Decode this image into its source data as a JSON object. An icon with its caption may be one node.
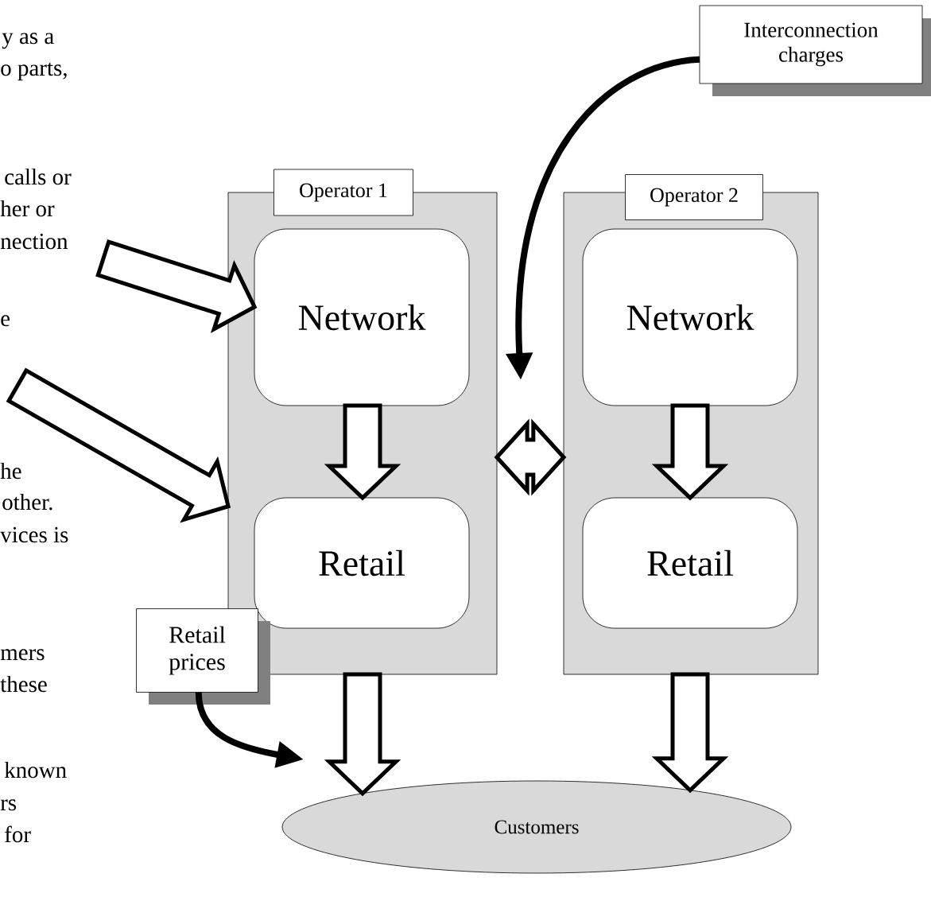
{
  "diagram": {
    "nodes": [
      {
        "text": [
          "Operator 1"
        ]
      },
      {
        "text": [
          "Network"
        ],
        "in": 0
      },
      {
        "text": [
          "Retail"
        ],
        "in": 0
      },
      {
        "text": [
          "Operator 2"
        ]
      },
      {
        "text": [
          "Network"
        ],
        "in": 3
      },
      {
        "text": [
          "Retail"
        ],
        "in": 3
      },
      {
        "text": [
          "Customers"
        ]
      },
      {
        "text": [
          "Interconnection charges"
        ]
      },
      {
        "text": [
          "Retail prices"
        ]
      }
    ],
    "edges": [
      {
        "from": null,
        "to": 1,
        "arrow": "to"
      },
      {
        "from": null,
        "to": 0,
        "arrow": "to"
      },
      {
        "from": 1,
        "to": 2,
        "arrow": "to"
      },
      {
        "from": 4,
        "to": 5,
        "arrow": "to"
      },
      {
        "from": 0,
        "to": 3,
        "arrow": "both"
      },
      {
        "from": 0,
        "to": 6,
        "arrow": "to"
      },
      {
        "from": 3,
        "to": 6,
        "arrow": "to"
      },
      {
        "from": 7,
        "to": null,
        "arrow": "to"
      },
      {
        "from": 8,
        "to": null,
        "arrow": "to"
      }
    ],
    "labels": [
      "y as a",
      "o parts,",
      "calls or",
      "her or",
      "nection",
      "e",
      "he",
      "other.",
      "vices is",
      "mers",
      "these",
      "known",
      "rs",
      "for"
    ]
  }
}
